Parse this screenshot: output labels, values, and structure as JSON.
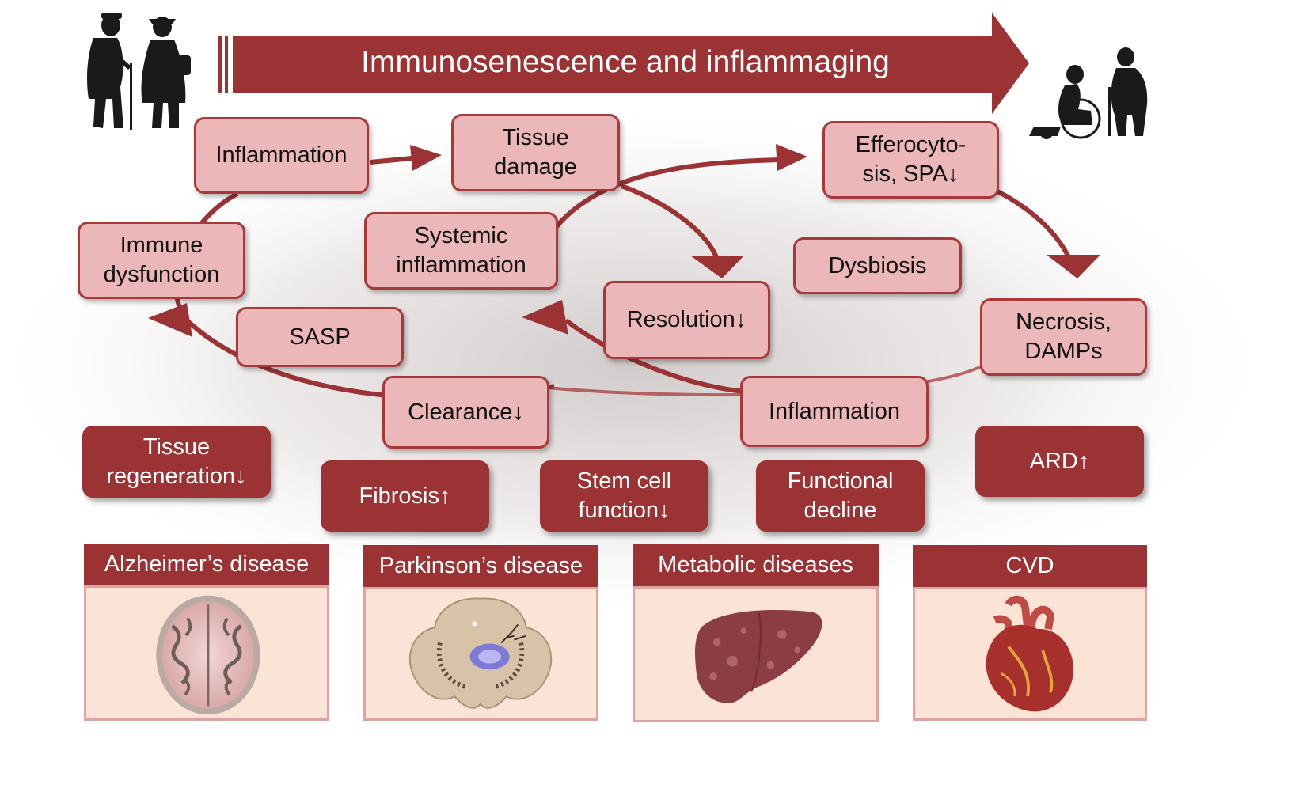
{
  "banner": {
    "title": "Immunosenescence and inflammaging"
  },
  "cycle_boxes": {
    "inflammation_top": "Inflammation",
    "tissue_damage": "Tissue\ndamage",
    "efferocytosis": "Efferocyto-\nsis, SPA↓",
    "immune_dysfunction": "Immune\ndysfunction",
    "systemic_inflammation": "Systemic\ninflammation",
    "dysbiosis": "Dysbiosis",
    "resolution": "Resolution↓",
    "sasp": "SASP",
    "necrosis": "Necrosis,\nDAMPs",
    "clearance": "Clearance↓",
    "inflammation_bottom": "Inflammation"
  },
  "outcomes": {
    "tissue_regeneration": "Tissue\nregeneration↓",
    "fibrosis": "Fibrosis↑",
    "stem_cell": "Stem cell\nfunction↓",
    "functional_decline": "Functional\ndecline",
    "ard": "ARD↑"
  },
  "diseases": [
    {
      "label": "Alzheimer’s disease",
      "icon": "brain-icon"
    },
    {
      "label": "Parkinson’s disease",
      "icon": "midbrain-icon"
    },
    {
      "label": "Metabolic diseases",
      "icon": "liver-icon"
    },
    {
      "label": "CVD",
      "icon": "heart-icon"
    }
  ],
  "colors": {
    "accent": "#9b3335",
    "box_fill": "#ebb7b8",
    "box_border": "#a8393b",
    "disease_fill": "#fbe4d6"
  }
}
